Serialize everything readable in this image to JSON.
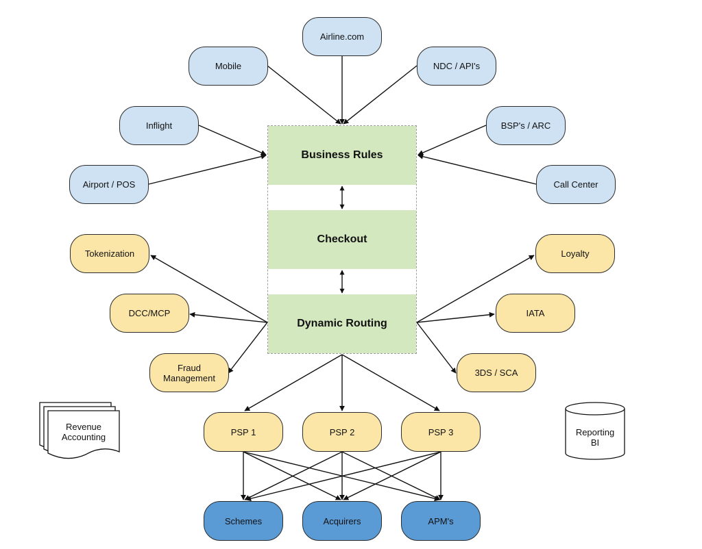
{
  "channels": {
    "airline": "Airline.com",
    "mobile": "Mobile",
    "ndc": "NDC / API's",
    "inflight": "Inflight",
    "bsp": "BSP's / ARC",
    "airport": "Airport / POS",
    "call_center": "Call Center"
  },
  "core": {
    "business_rules": "Business Rules",
    "checkout": "Checkout",
    "dynamic_routing": "Dynamic Routing"
  },
  "services": {
    "tokenization": "Tokenization",
    "dcc": "DCC/MCP",
    "fraud_line1": "Fraud",
    "fraud_line2": "Management",
    "loyalty": "Loyalty",
    "iata": "IATA",
    "threeds": "3DS / SCA"
  },
  "psps": {
    "psp1": "PSP 1",
    "psp2": "PSP 2",
    "psp3": "PSP 3"
  },
  "networks": {
    "schemes": "Schemes",
    "acquirers": "Acquirers",
    "apms": "APM's"
  },
  "side": {
    "revenue_line1": "Revenue",
    "revenue_line2": "Accounting",
    "reporting_line1": "Reporting",
    "reporting_line2": "BI"
  },
  "colors": {
    "channel_fill": "#cfe2f3",
    "service_fill": "#fbe6a8",
    "network_fill": "#5b9bd5",
    "core_fill": "#d4e8bf"
  }
}
